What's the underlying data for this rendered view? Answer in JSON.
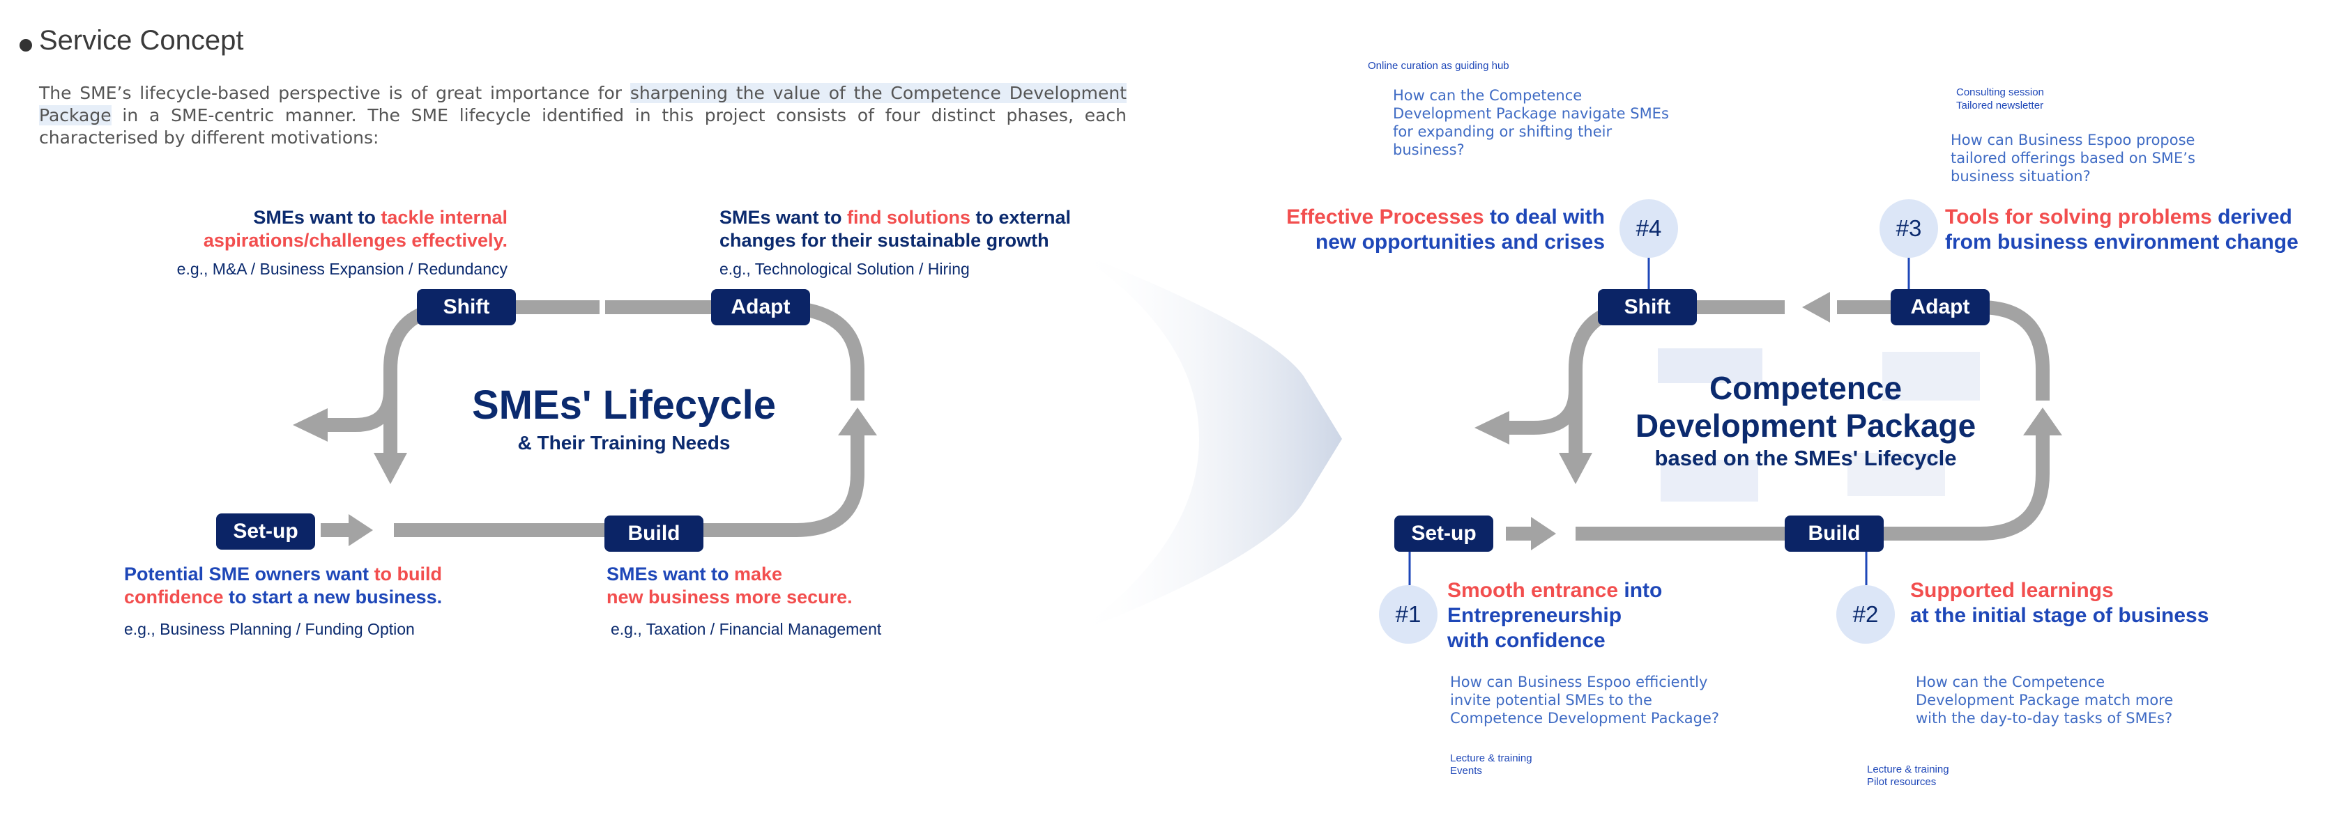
{
  "page": {
    "title": "Service Concept",
    "intro_pre": "The SME’s lifecycle-based perspective is of great importance for ",
    "intro_highlight": "sharpening the value of the Competence Development Package",
    "intro_post": " in a SME-centric manner. The SME lifecycle identified in this project consists of four distinct phases, each characterised by different motivations:"
  },
  "left": {
    "center_title": "SMEs' Lifecycle",
    "center_subtitle": "& Their Training Needs",
    "phases": {
      "shift": "Shift",
      "adapt": "Adapt",
      "setup": "Set-up",
      "build": "Build"
    },
    "shift_desc": {
      "a": "SMEs want to ",
      "b": "tackle internal",
      "c": "aspirations/challenges effectively.",
      "eg": "e.g., M&A /  Business Expansion / Redundancy"
    },
    "adapt_desc": {
      "a": "SMEs want to ",
      "b": "find solutions",
      "c": " to external",
      "d": "changes for their sustainable growth",
      "eg": "e.g., Technological Solution / Hiring"
    },
    "setup_desc": {
      "a": "Potential SME owners want ",
      "b": "to build",
      "c": "confidence",
      "d": " to start a new business.",
      "eg": "e.g., Business Planning  / Funding Option"
    },
    "build_desc": {
      "a": "SMEs want to ",
      "b": "make",
      "c": "new business more secure.",
      "eg": "e.g., Taxation / Financial Management"
    }
  },
  "right": {
    "center_line1": "Competence",
    "center_line2": "Development Package",
    "center_line3": "based on the SMEs' Lifecycle",
    "phases": {
      "shift": "Shift",
      "adapt": "Adapt",
      "setup": "Set-up",
      "build": "Build"
    },
    "n4": {
      "num": "#4",
      "red": "Effective Processes",
      "a": " to deal with",
      "b": "new opportunities and crises",
      "tag": "Online curation as guiding hub",
      "q": [
        "How can the Competence",
        "Development Package navigate SMEs",
        "for expanding or shifting their",
        "business?"
      ]
    },
    "n3": {
      "num": "#3",
      "red": "Tools for solving problems",
      "a": " derived",
      "b": "from business environment change",
      "tag1": "Consulting session",
      "tag2": "Tailored newsletter",
      "q": [
        "How can Business Espoo propose",
        "tailored offerings based on SME’s",
        "business situation?"
      ]
    },
    "n1": {
      "num": "#1",
      "red": "Smooth entrance",
      "a": " into",
      "b": "Entrepreneurship",
      "c": "with confidence",
      "q": [
        "How can Business Espoo efficiently",
        "invite potential SMEs to the",
        "Competence Development Package?"
      ],
      "tag1": "Lecture & training",
      "tag2": "Events"
    },
    "n2": {
      "num": "#2",
      "red": "Supported learnings",
      "b": "at the initial stage of business",
      "q": [
        "How can the Competence",
        "Development Package match more",
        "with the day-to-day tasks of SMEs?"
      ],
      "tag1": "Lecture & training",
      "tag2": "Pilot resources"
    }
  },
  "colors": {
    "navy": "#0b2466",
    "red": "#f24e4e",
    "blue": "#1e47b8",
    "arrow_gray": "#a3a3a3"
  }
}
